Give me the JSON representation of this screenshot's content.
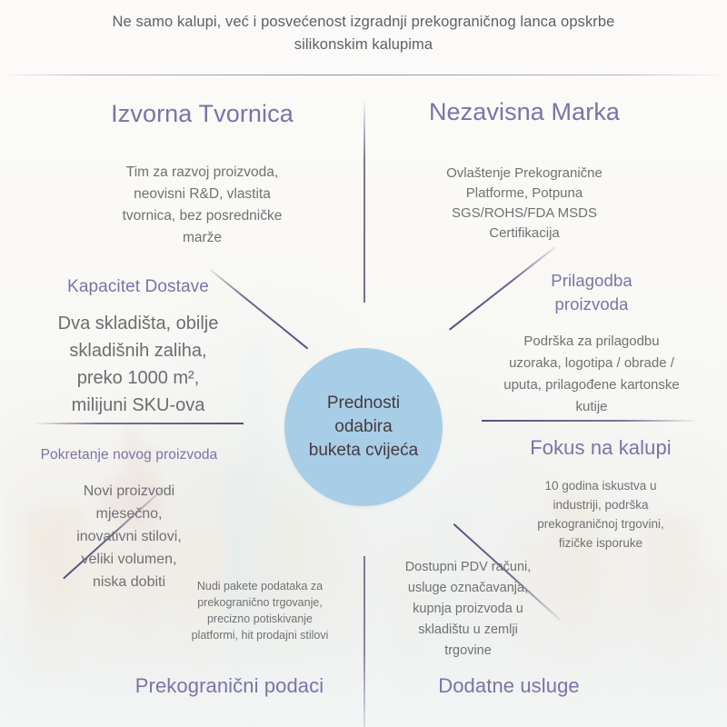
{
  "header": {
    "title": "Ne samo kalupi, već i posvećenost izgradnji prekograničnog lanca opskrbe silikonskim kalupima"
  },
  "center": {
    "text": "Prednosti\nodabira\nbuketa cvijeća",
    "color": "#a8cde6"
  },
  "theme": {
    "title_color": "#7c73a6",
    "body_color": "#6f7174",
    "header_color": "#5d6063",
    "line_color": "#685e88",
    "background": "#faf9f6"
  },
  "sections": {
    "factory": {
      "title": "Izvorna Tvornica",
      "body": "Tim za razvoj proizvoda,\nneovisni R&D, vlastita\ntvornica, bez posredničke\nmarže"
    },
    "brand": {
      "title": "Nezavisna Marka",
      "body": "Ovlaštenje Prekogranične\nPlatforme, Potpuna\nSGS/ROHS/FDA MSDS\nCertifikacija"
    },
    "delivery": {
      "title": "Kapacitet Dostave",
      "body": "Dva skladišta, obilje\nskladišnih zaliha,\npreko 1000 m²,\nmilijuni SKU-ova"
    },
    "customization": {
      "title": "Prilagodba\nproizvoda",
      "body": "Podrška za prilagodbu\nuzoraka, logotipa / obrade /\nuputa, prilagođene kartonske\nkutije"
    },
    "launch": {
      "title": "Pokretanje novog proizvoda",
      "body": "Novi proizvodi\nmjesečno,\ninovativni stilovi,\nveliki volumen,\nniska dobiti"
    },
    "focus": {
      "title": "Fokus na kalupi",
      "body": "10 godina iskustva u\nindustriji, podrška\nprekograničnoj trgovini,\nfizičke isporuke"
    },
    "cross_border_data": {
      "title": "Prekogranični podaci",
      "body": "Nudi pakete podataka za\nprekogranično trgovanje,\nprecizno potiskivanje\nplatformi, hit prodajni stilovi"
    },
    "extra_services": {
      "title": "Dodatne usluge",
      "body": "Dostupni PDV računi,\nusluge označavanja,\nkupnja proizvoda u\nskladištu u zemlji\ntrgovine"
    }
  }
}
